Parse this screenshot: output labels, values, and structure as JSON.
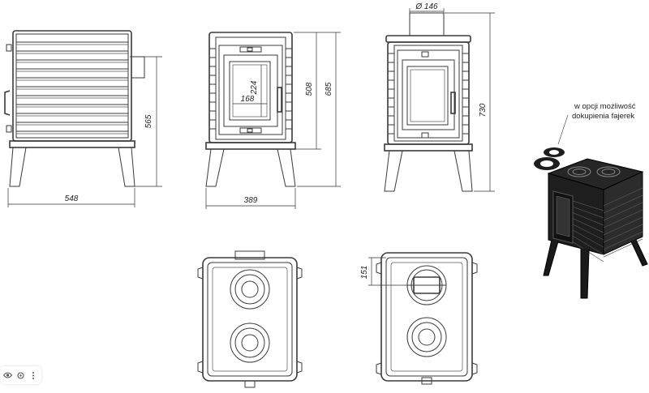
{
  "dimensions": {
    "diameter": "Ø 146",
    "height_565": "565",
    "width_548": "548",
    "door_height_224": "224",
    "door_width_168": "168",
    "height_508": "508",
    "height_685": "685",
    "width_389": "389",
    "height_730": "730",
    "offset_151": "151"
  },
  "note": {
    "line1": "w opcji możliwość",
    "line2": "dokupienia fajerek"
  },
  "toolbar": {
    "icons": [
      "eye-icon",
      "lens-icon",
      "more-icon"
    ]
  },
  "colors": {
    "line": "#3a3a3a",
    "stove_body": "#1e1e1e"
  }
}
